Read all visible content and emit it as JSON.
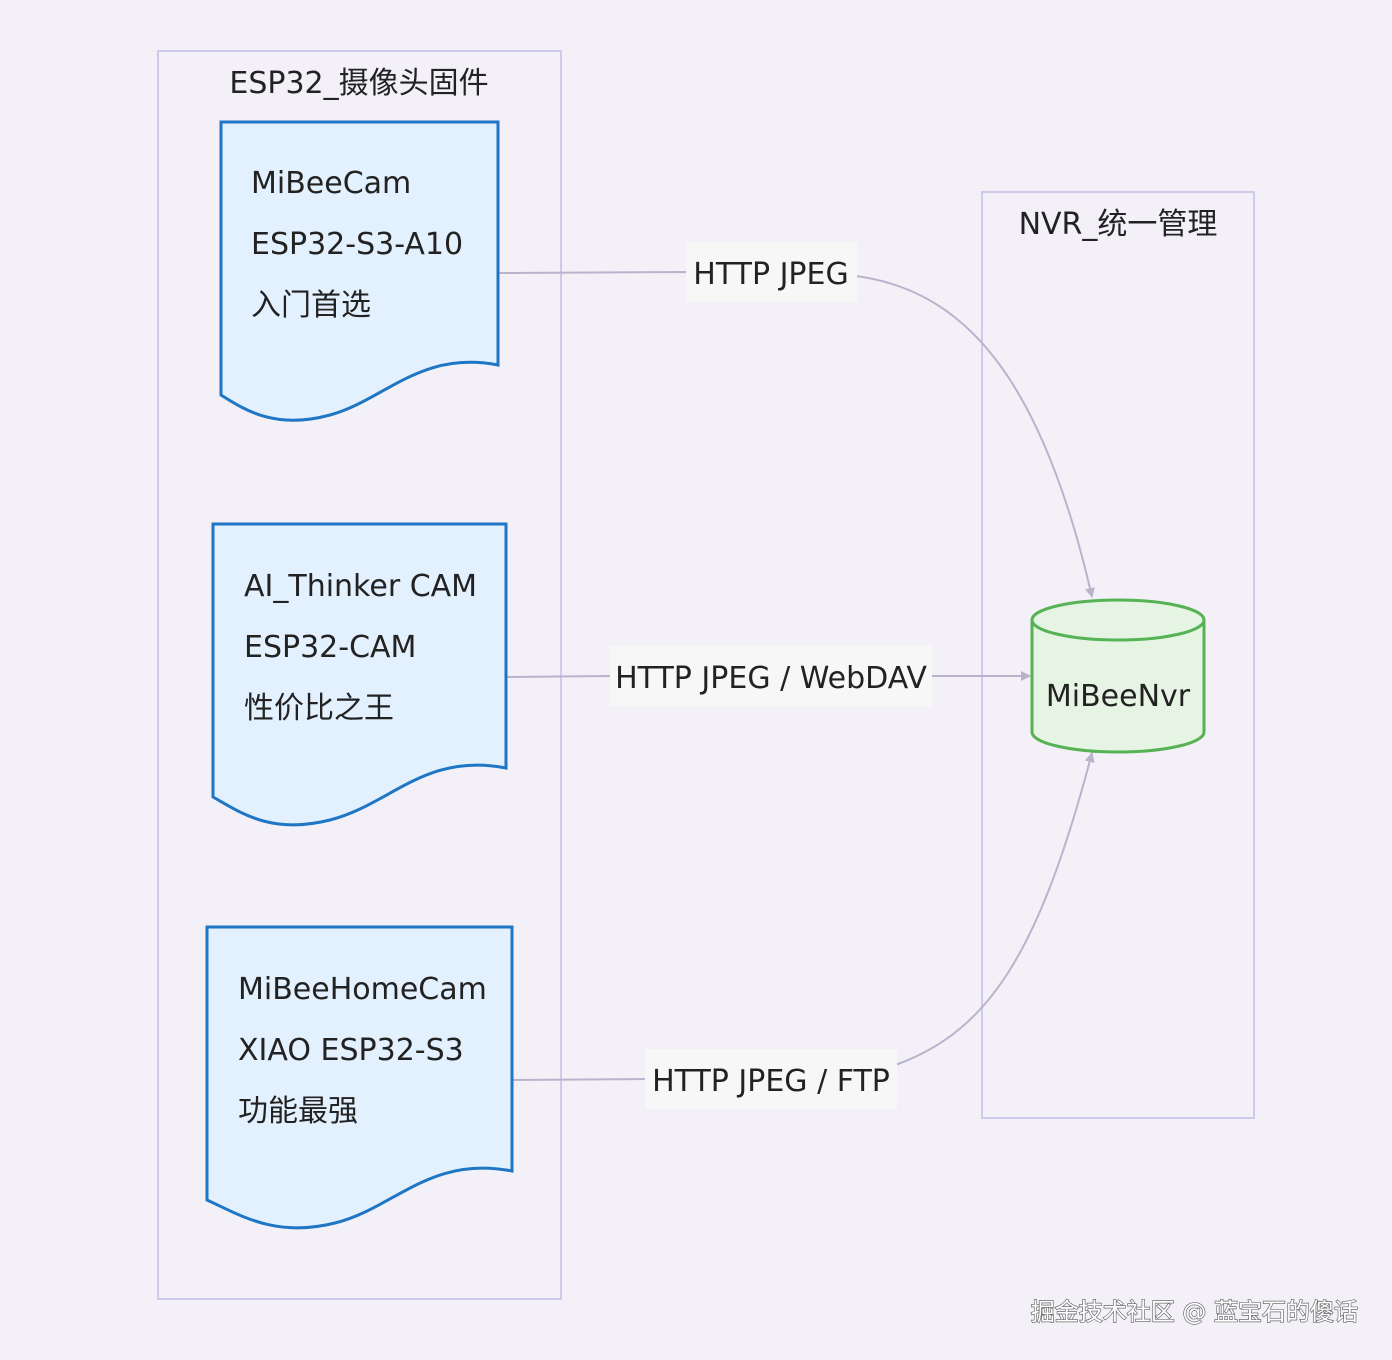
{
  "clusters": {
    "firmware": {
      "title": "ESP32_摄像头固件"
    },
    "nvr": {
      "title": "NVR_统一管理"
    }
  },
  "nodes": {
    "mibeecam": {
      "lines": [
        "MiBeeCam",
        "ESP32-S3-A10",
        "入门首选"
      ]
    },
    "aithinker": {
      "lines": [
        "AI_Thinker CAM",
        "ESP32-CAM",
        "性价比之王"
      ]
    },
    "mibeehomecam": {
      "lines": [
        "MiBeeHomeCam",
        "XIAO ESP32-S3",
        "功能最强"
      ]
    },
    "mibeenvr": {
      "label": "MiBeeNvr"
    }
  },
  "edges": {
    "e1": {
      "label": "HTTP JPEG"
    },
    "e2": {
      "label": "HTTP JPEG / WebDAV"
    },
    "e3": {
      "label": "HTTP JPEG / FTP"
    }
  },
  "watermark": {
    "text": "掘金技术社区 @ 蓝宝石的傻话"
  },
  "colors": {
    "background": "#f3f0f8",
    "cluster_border": "#cfc9ec",
    "doc_fill": "#e3f0fd",
    "doc_stroke": "#1e76c4",
    "db_fill": "#e6f4e3",
    "db_stroke": "#55b355",
    "edge": "#b9b3cc",
    "edge_label_bg": "#f7f7f7"
  }
}
